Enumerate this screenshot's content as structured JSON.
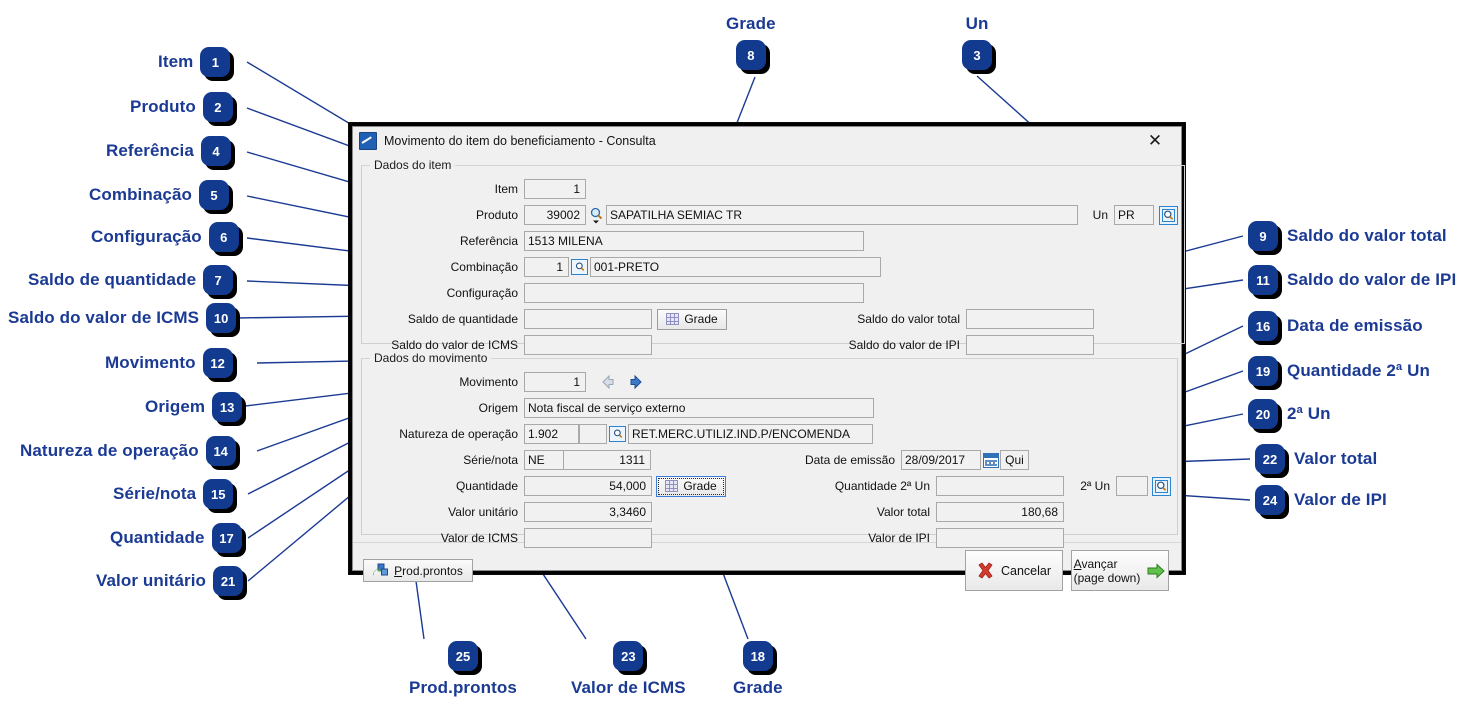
{
  "window": {
    "title": "Movimento do item do beneficiamento - Consulta",
    "icon": "window-app-icon",
    "close_label": "✕"
  },
  "group_item": {
    "legend": "Dados do item",
    "item_label": "Item",
    "item_value": "1",
    "produto_label": "Produto",
    "produto_code": "39002",
    "produto_desc": "SAPATILHA SEMIAC TR",
    "un_label": "Un",
    "un_value": "PR",
    "referencia_label": "Referência",
    "referencia_value": "1513 MILENA",
    "combinacao_label": "Combinação",
    "combinacao_code": "1",
    "combinacao_desc": "001-PRETO",
    "configuracao_label": "Configuração",
    "configuracao_value": "",
    "saldo_qtd_label": "Saldo de quantidade",
    "saldo_qtd_value": "",
    "grade_button": "Grade",
    "saldo_valor_total_label": "Saldo do valor total",
    "saldo_valor_total_value": "",
    "saldo_icms_label": "Saldo do valor de ICMS",
    "saldo_icms_value": "",
    "saldo_ipi_label": "Saldo do valor de IPI",
    "saldo_ipi_value": ""
  },
  "group_mov": {
    "legend": "Dados do movimento",
    "movimento_label": "Movimento",
    "movimento_value": "1",
    "origem_label": "Origem",
    "origem_value": "Nota fiscal de serviço externo",
    "natureza_label": "Natureza de operação",
    "natureza_code": "1.902",
    "natureza_sub": "",
    "natureza_desc": "RET.MERC.UTILIZ.IND.P/ENCOMENDA",
    "serie_label": "Série/nota",
    "serie_value": "NE",
    "nota_value": "1311",
    "data_emissao_label": "Data de emissão",
    "data_emissao_value": "28/09/2017",
    "data_emissao_weekday": "Qui",
    "quantidade_label": "Quantidade",
    "quantidade_value": "54,000",
    "grade_button": "Grade",
    "quantidade_2un_label": "Quantidade 2ª Un",
    "quantidade_2un_value": "",
    "un2_label": "2ª Un",
    "un2_value": "",
    "valor_unitario_label": "Valor unitário",
    "valor_unitario_value": "3,3460",
    "valor_total_label": "Valor total",
    "valor_total_value": "180,68",
    "valor_icms_label": "Valor de ICMS",
    "valor_icms_value": "",
    "valor_ipi_label": "Valor de IPI",
    "valor_ipi_value": ""
  },
  "footer": {
    "prod_prontos": "Prod.prontos",
    "prod_prontos_accel": "P",
    "cancelar": "Cancelar",
    "avancar_line1": "Avançar",
    "avancar_line1_accel": "A",
    "avancar_line2": "(page down)"
  },
  "annotations": {
    "accent": "#123a8f",
    "text_color": "#1b3a93",
    "items": [
      {
        "num": "1",
        "label": "Item"
      },
      {
        "num": "2",
        "label": "Produto"
      },
      {
        "num": "4",
        "label": "Referência"
      },
      {
        "num": "5",
        "label": "Combinação"
      },
      {
        "num": "6",
        "label": "Configuração"
      },
      {
        "num": "7",
        "label": "Saldo de quantidade"
      },
      {
        "num": "10",
        "label": "Saldo do valor de ICMS"
      },
      {
        "num": "12",
        "label": "Movimento"
      },
      {
        "num": "13",
        "label": "Origem"
      },
      {
        "num": "14",
        "label": "Natureza de operação"
      },
      {
        "num": "15",
        "label": "Série/nota"
      },
      {
        "num": "17",
        "label": "Quantidade"
      },
      {
        "num": "21",
        "label": "Valor unitário"
      },
      {
        "num": "8",
        "label": "Grade"
      },
      {
        "num": "3",
        "label": "Un"
      },
      {
        "num": "9",
        "label": "Saldo do valor total"
      },
      {
        "num": "11",
        "label": "Saldo do valor de IPI"
      },
      {
        "num": "16",
        "label": "Data de emissão"
      },
      {
        "num": "19",
        "label": "Quantidade 2ª Un"
      },
      {
        "num": "20",
        "label": "2ª Un"
      },
      {
        "num": "22",
        "label": "Valor total"
      },
      {
        "num": "24",
        "label": "Valor de IPI"
      },
      {
        "num": "25",
        "label": "Prod.prontos"
      },
      {
        "num": "23",
        "label": "Valor de ICMS"
      },
      {
        "num": "18",
        "label": "Grade"
      }
    ]
  }
}
